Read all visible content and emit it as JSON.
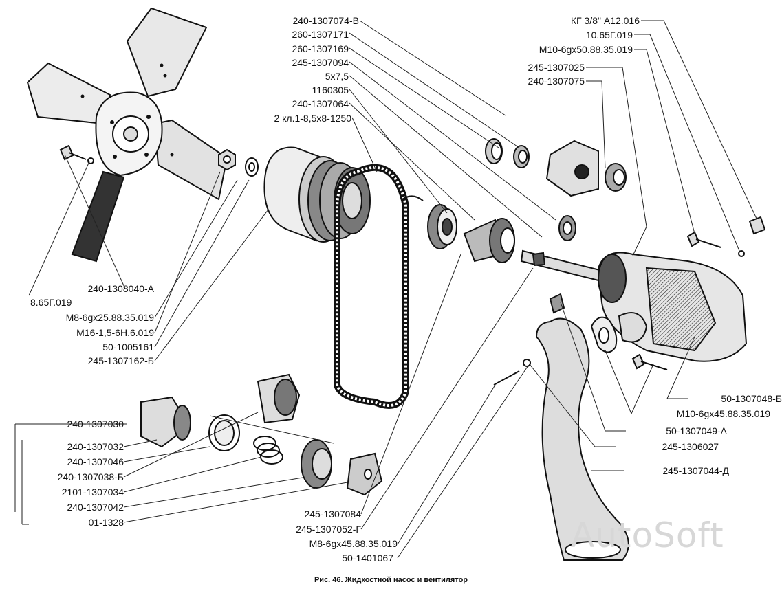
{
  "caption": "Рис. 46. Жидкостной насос и вентилятор",
  "watermark": "AutoSoft",
  "labels": {
    "top_center": [
      "240-1307074-В",
      "260-1307171",
      "260-1307169",
      "245-1307094",
      "5х7,5",
      "1160305",
      "240-1307064",
      "2 кл.1-8,5х8-1250"
    ],
    "top_right": [
      "КГ 3/8\" А12.016",
      "10.65Г.019",
      "М10-6gх50.88.35.019",
      "245-1307025",
      "240-1307075"
    ],
    "left": [
      "240-1308040-А",
      "8.65Г.019",
      "М8-6gх25.88.35.019",
      "М16-1,5-6Н.6.019",
      "50-1005161",
      "245-1307162-Б"
    ],
    "bottom_left": [
      "240-1307030",
      "240-1307032",
      "240-1307046",
      "240-1307038-Б",
      "2101-1307034",
      "240-1307042",
      "01-1328"
    ],
    "bottom_center": [
      "245-1307084",
      "245-1307052-Г",
      "М8-6gх45.88.35.019",
      "50-1401067"
    ],
    "right": [
      "50-1307048-Б",
      "М10-6gх45.88.35.019",
      "50-1307049-А",
      "245-1306027",
      "245-1307044-Д"
    ]
  }
}
